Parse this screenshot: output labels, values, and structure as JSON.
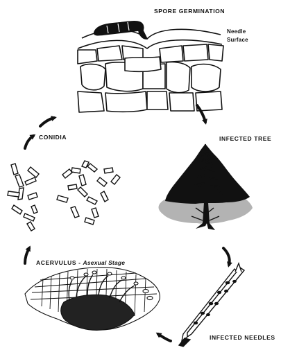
{
  "labels": {
    "spore_germination": "SPORE GERMINATION",
    "needle_surface_line1": "Needle",
    "needle_surface_line2": "Surface",
    "infected_tree": "INFECTED TREE",
    "conidia": "CONIDIA",
    "acervulus": "ACERVULUS",
    "acervulus_dash": " - ",
    "asexual_stage": "Asexual Stage",
    "infected_needles": "INFECTED NEEDLES"
  },
  "style": {
    "ink": "#111111",
    "tree_shadow": "#b3b3b3",
    "cell_fill": "#ffffff"
  }
}
